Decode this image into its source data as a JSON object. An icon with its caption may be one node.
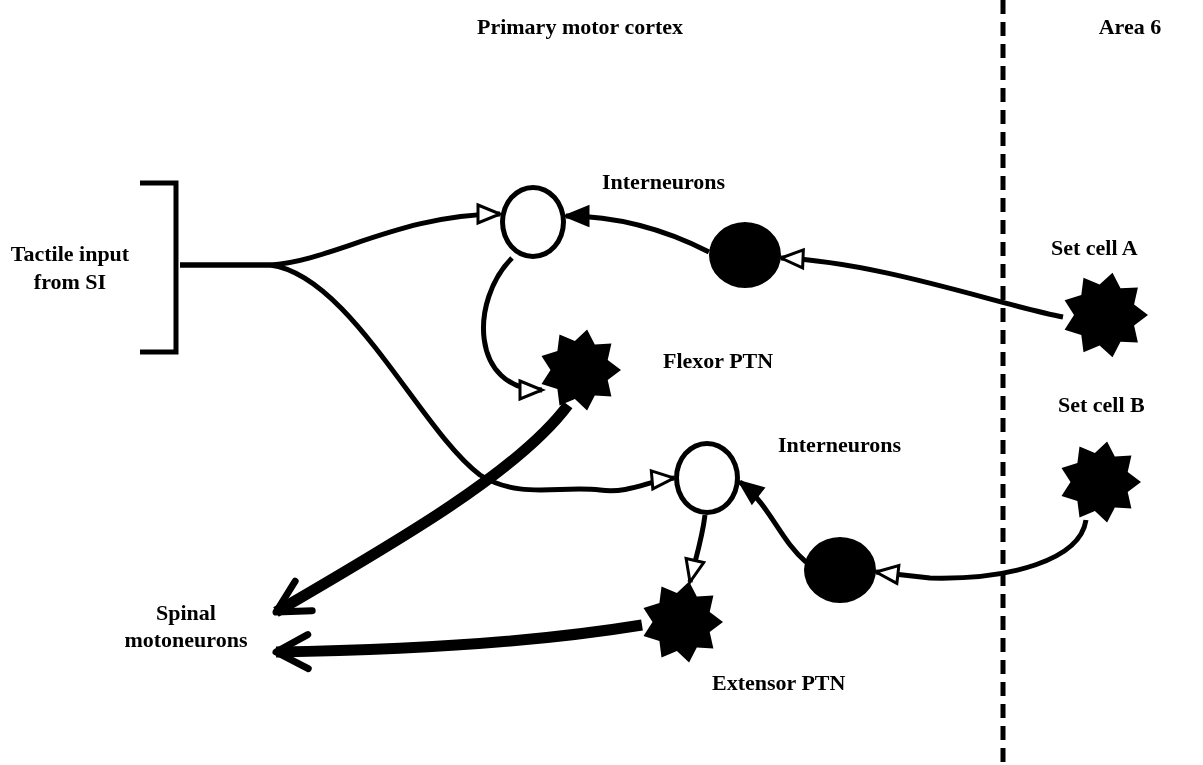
{
  "diagram": {
    "nodes": [
      {
        "text": [
          "Tactile input from SI"
        ]
      },
      {
        "text": [],
        "shape": "circle"
      },
      {
        "text": [],
        "shape": "circle"
      },
      {
        "text": [
          "Set cell A"
        ]
      },
      {
        "text": [
          "Flexor PTN"
        ]
      },
      {
        "text": [],
        "shape": "circle"
      },
      {
        "text": [],
        "shape": "circle"
      },
      {
        "text": [
          "Set cell B"
        ]
      },
      {
        "text": [
          "Extensor PTN"
        ]
      },
      {
        "text": [
          "Spinal motoneurons"
        ]
      }
    ],
    "edges": [
      {
        "from": 0,
        "to": 1,
        "arrow": "to"
      },
      {
        "from": 0,
        "to": 5,
        "arrow": "to"
      },
      {
        "from": 2,
        "to": 1,
        "arrow": "to"
      },
      {
        "from": 3,
        "to": 2,
        "arrow": "to"
      },
      {
        "from": 1,
        "to": 4,
        "arrow": "to"
      },
      {
        "from": 4,
        "to": 9,
        "arrow": "to",
        "style": "thick"
      },
      {
        "from": 6,
        "to": 5,
        "arrow": "to"
      },
      {
        "from": 7,
        "to": 6,
        "arrow": "to"
      },
      {
        "from": 5,
        "to": 8,
        "arrow": "to"
      },
      {
        "from": 8,
        "to": 9,
        "arrow": "to",
        "style": "thick"
      }
    ],
    "labels": [
      "Primary motor cortex",
      "Area 6",
      "Interneurons",
      "Interneurons"
    ]
  }
}
